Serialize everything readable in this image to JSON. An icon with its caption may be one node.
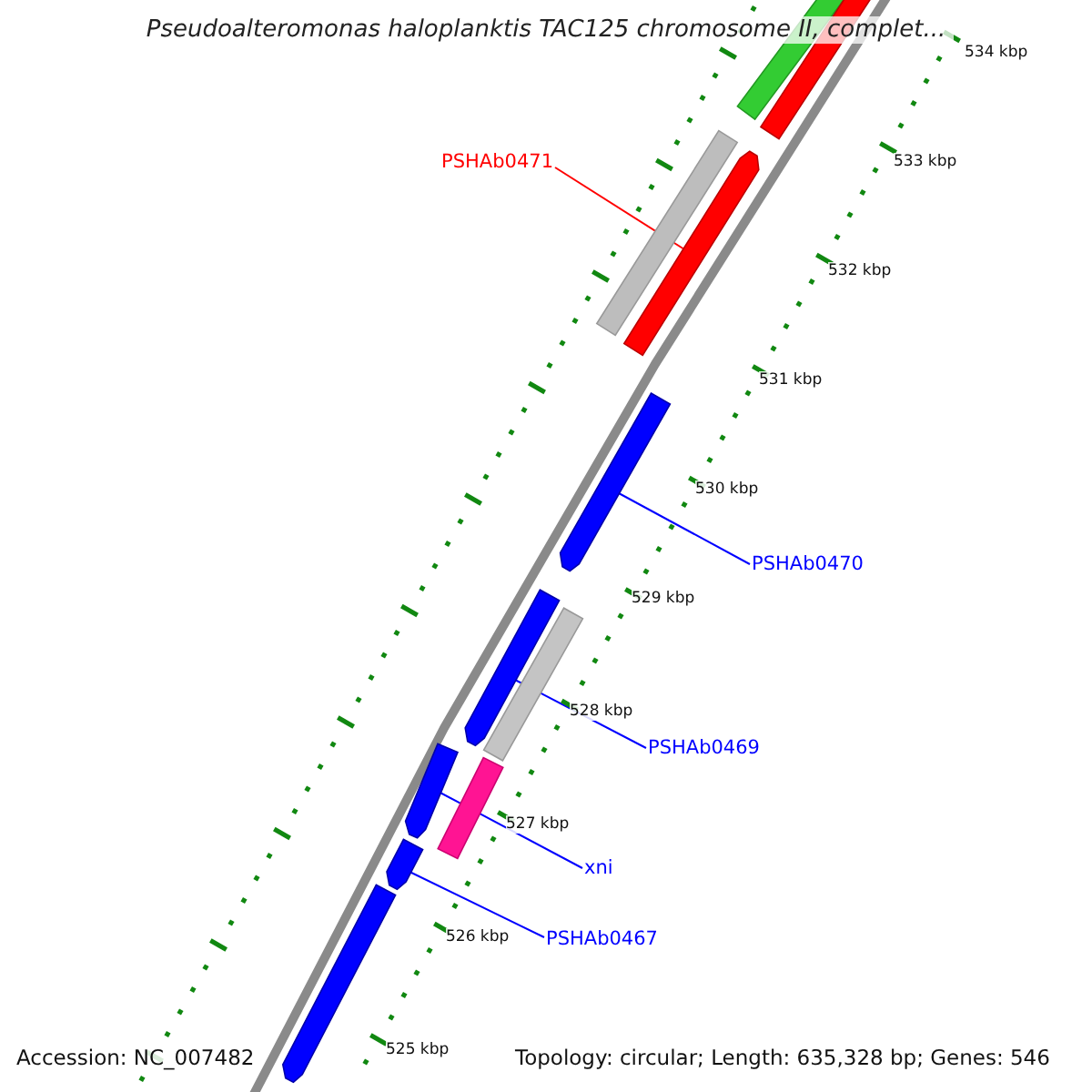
{
  "diagram": {
    "title": "Pseudoalteromonas haloplanktis TAC125 chromosome II, complet...",
    "nodes": [
      {
        "text": [
          "PSHAb0471"
        ]
      },
      {
        "text": [
          "PSHAb0470"
        ]
      },
      {
        "text": [
          "PSHAb0469"
        ]
      },
      {
        "text": [
          "xni"
        ]
      },
      {
        "text": [
          "PSHAb0467"
        ]
      },
      {
        "text": [],
        "shape": "bar"
      },
      {
        "text": [],
        "shape": "bar"
      },
      {
        "text": [],
        "shape": "bar"
      },
      {
        "text": [],
        "shape": "bar"
      },
      {
        "text": [],
        "shape": "bar"
      },
      {
        "text": [],
        "shape": "bar"
      },
      {
        "text": [],
        "shape": "bar"
      },
      {
        "text": [],
        "shape": "bar"
      },
      {
        "text": [],
        "shape": "bar"
      },
      {
        "text": [],
        "shape": "bar"
      },
      {
        "text": [],
        "shape": "bar"
      }
    ],
    "edges": [
      {
        "from": 0,
        "to": 5,
        "arrow": "none",
        "color": "#ff0000"
      },
      {
        "from": 1,
        "to": 6,
        "arrow": "none"
      },
      {
        "from": 2,
        "to": 7,
        "arrow": "none"
      },
      {
        "from": 3,
        "to": 8,
        "arrow": "none"
      },
      {
        "from": 4,
        "to": 9,
        "arrow": "none"
      }
    ],
    "labels": [
      "534 kbp",
      "533 kbp",
      "532 kbp",
      "531 kbp",
      "530 kbp",
      "529 kbp",
      "528 kbp",
      "527 kbp",
      "526 kbp",
      "525 kbp",
      "Accession: NC_007482",
      "Topology: circular; Length: 635,328 bp; Genes: 546"
    ]
  }
}
